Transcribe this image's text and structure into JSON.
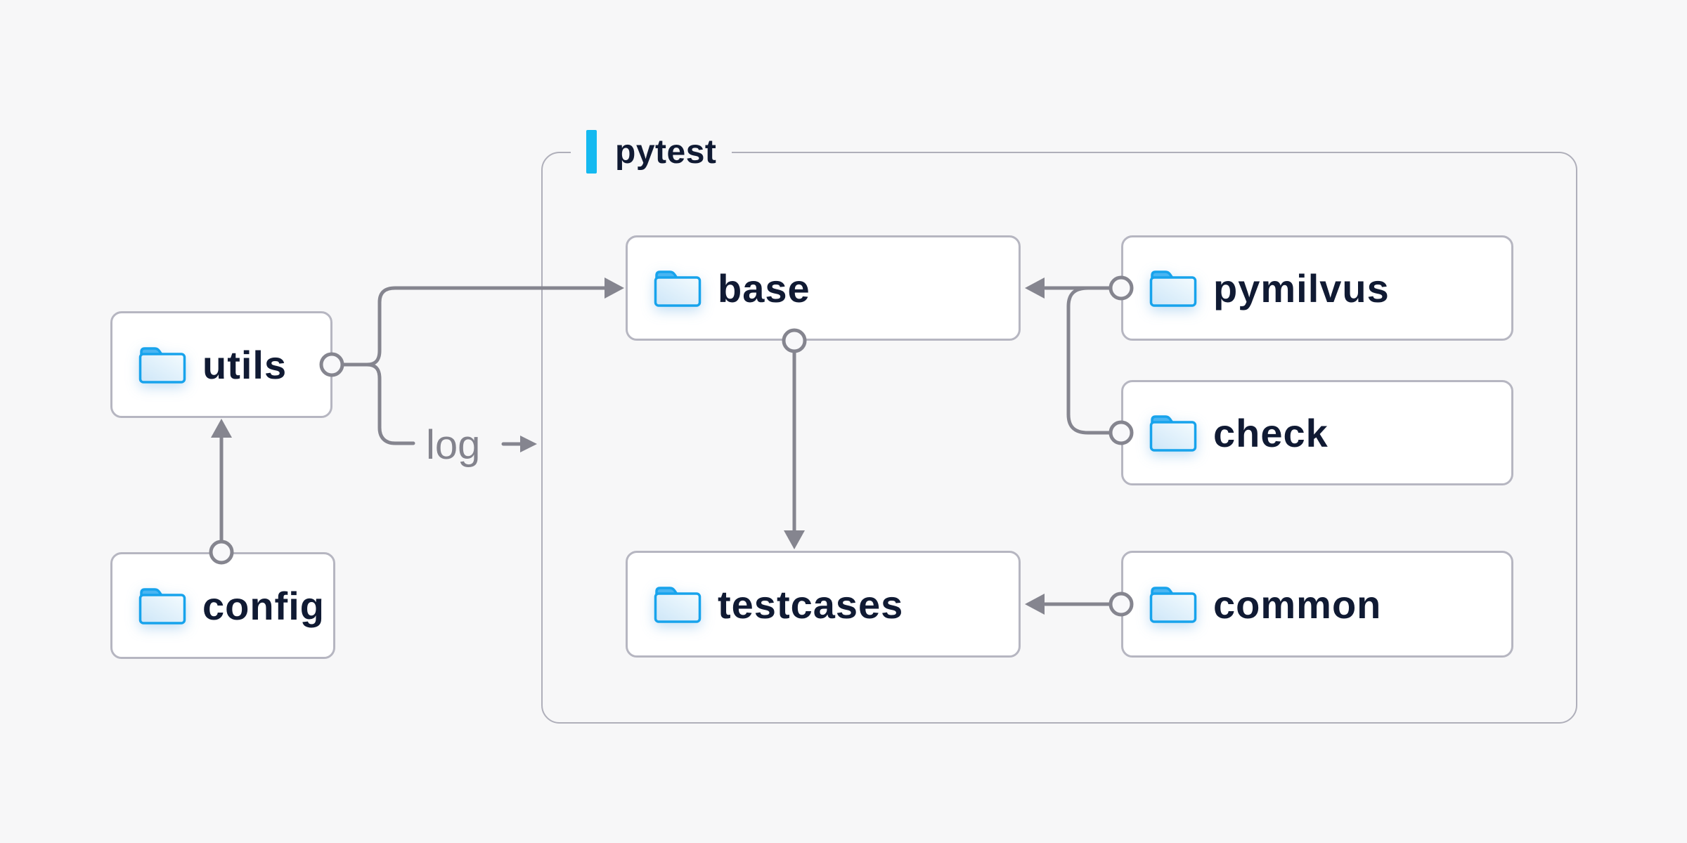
{
  "diagram": {
    "group": {
      "label": "pytest"
    },
    "nodes": {
      "utils": {
        "label": "utils"
      },
      "config": {
        "label": "config"
      },
      "base": {
        "label": "base"
      },
      "pymilvus": {
        "label": "pymilvus"
      },
      "check": {
        "label": "check"
      },
      "testcases": {
        "label": "testcases"
      },
      "common": {
        "label": "common"
      }
    },
    "edge_labels": {
      "log": "log"
    },
    "edges": [
      {
        "from": "utils",
        "to": "base"
      },
      {
        "from": "utils",
        "to": "log"
      },
      {
        "from": "config",
        "to": "utils"
      },
      {
        "from": "base",
        "to": "testcases"
      },
      {
        "from": "pymilvus",
        "to": "base"
      },
      {
        "from": "check",
        "to": "base"
      },
      {
        "from": "common",
        "to": "testcases"
      }
    ],
    "colors": {
      "background": "#F7F7F8",
      "node_fill": "#FFFFFF",
      "node_border": "#B6B6C1",
      "group_border": "#AFAFBA",
      "connector": "#85858F",
      "accent_bar": "#15B9F0",
      "folder_outline": "#17A3EC",
      "label_text": "#101A33",
      "log_text": "#83838D"
    }
  }
}
